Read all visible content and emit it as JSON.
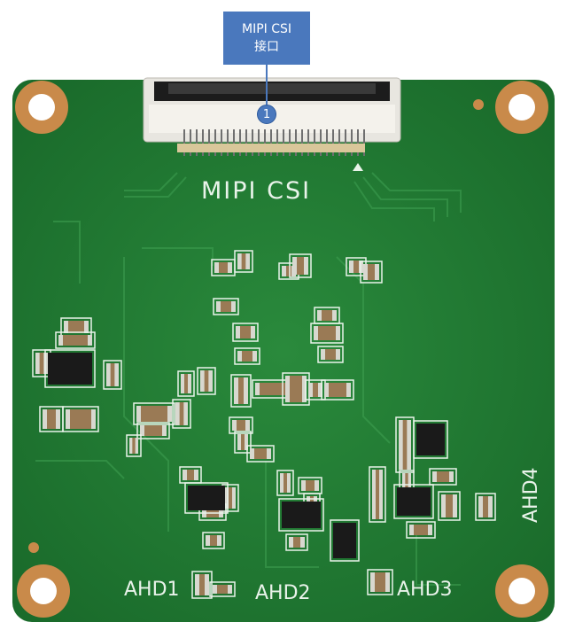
{
  "callout": {
    "label_line1": "MIPI CSI",
    "label_line2": "接口",
    "number": "1"
  },
  "silkscreen": {
    "connector_label": "MIPI CSI",
    "ahd1": "AHD1",
    "ahd2": "AHD2",
    "ahd3": "AHD3",
    "ahd4": "AHD4"
  },
  "colors": {
    "pcb_green": "#1f7d33",
    "callout_blue": "#4a78bd",
    "pad_copper": "#c98a4a",
    "silkscreen": "#e9f3ea"
  }
}
